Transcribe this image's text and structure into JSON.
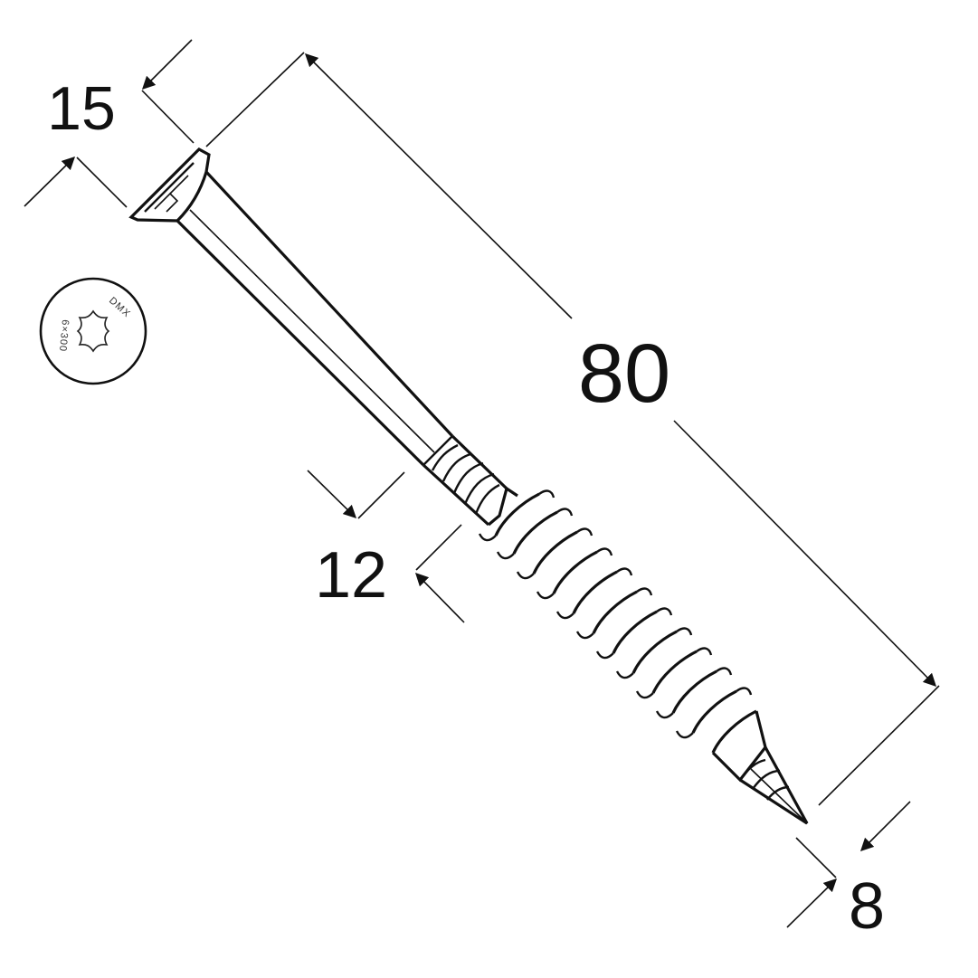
{
  "dimensions": {
    "length": "80",
    "head_diameter": "15",
    "thread_diameter": "12",
    "core_diameter": "8"
  },
  "head_marking": {
    "text_top": "DMX",
    "text_side": "6×300"
  },
  "colors": {
    "line": "#111111",
    "background": "#ffffff"
  }
}
